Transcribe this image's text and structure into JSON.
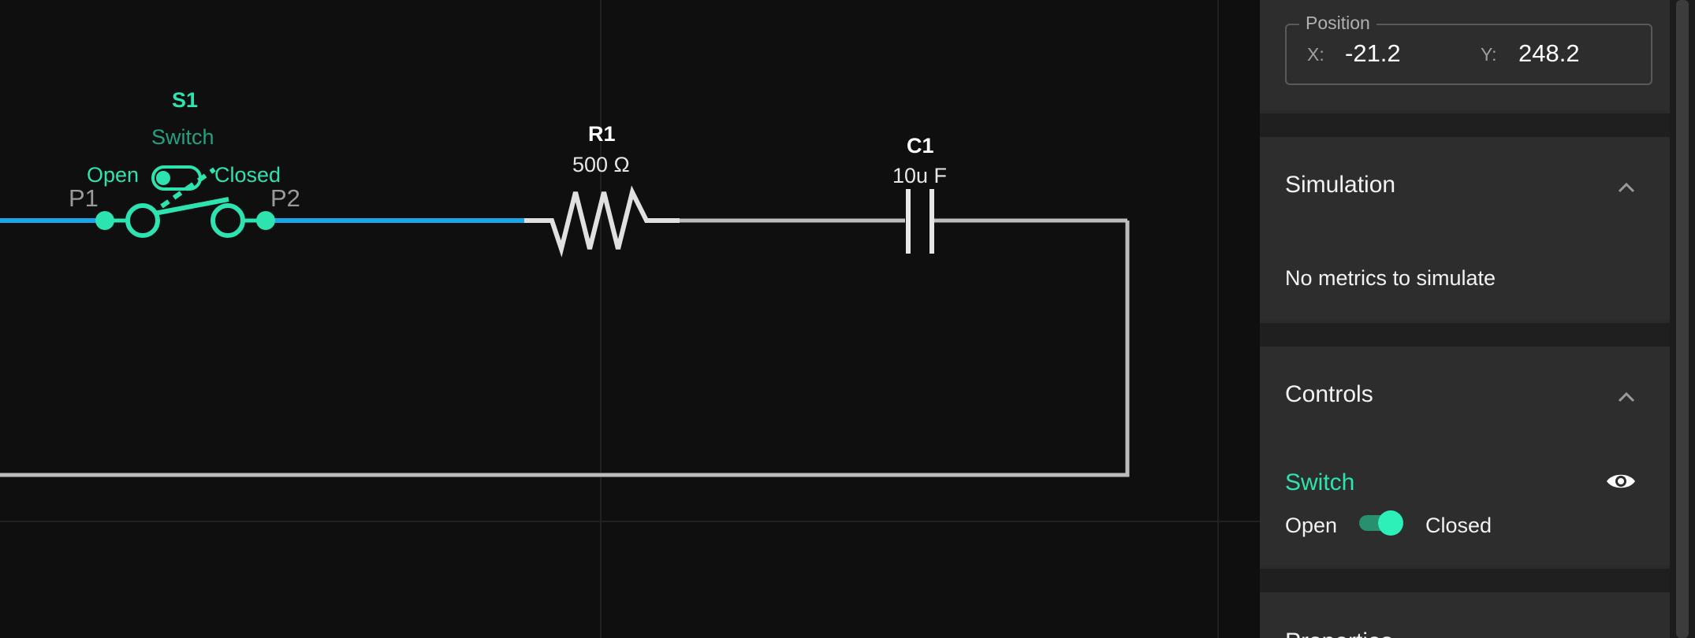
{
  "schematic": {
    "switch": {
      "ref": "S1",
      "type": "Switch",
      "open_label": "Open",
      "closed_label": "Closed",
      "pin1": "P1",
      "pin2": "P2"
    },
    "resistor": {
      "ref": "R1",
      "value": "500 Ω"
    },
    "capacitor": {
      "ref": "C1",
      "value": "10u F"
    }
  },
  "panel": {
    "position": {
      "legend": "Position",
      "x_label": "X:",
      "x_value": "-21.2",
      "y_label": "Y:",
      "y_value": "248.2"
    },
    "simulation": {
      "title": "Simulation",
      "message": "No metrics to simulate"
    },
    "controls": {
      "title": "Controls",
      "switch_label": "Switch",
      "open_label": "Open",
      "closed_label": "Closed",
      "switch_state": "closed"
    },
    "next_section_title": "Properties"
  },
  "colors": {
    "accent": "#2de3b0",
    "wire_active": "#1aa7ea",
    "wire_inactive": "#bdbdbd",
    "canvas_bg": "#0f0f0f",
    "panel_bg": "#2d2d2d"
  },
  "icons": [
    "chevron-up-icon",
    "eye-icon"
  ]
}
